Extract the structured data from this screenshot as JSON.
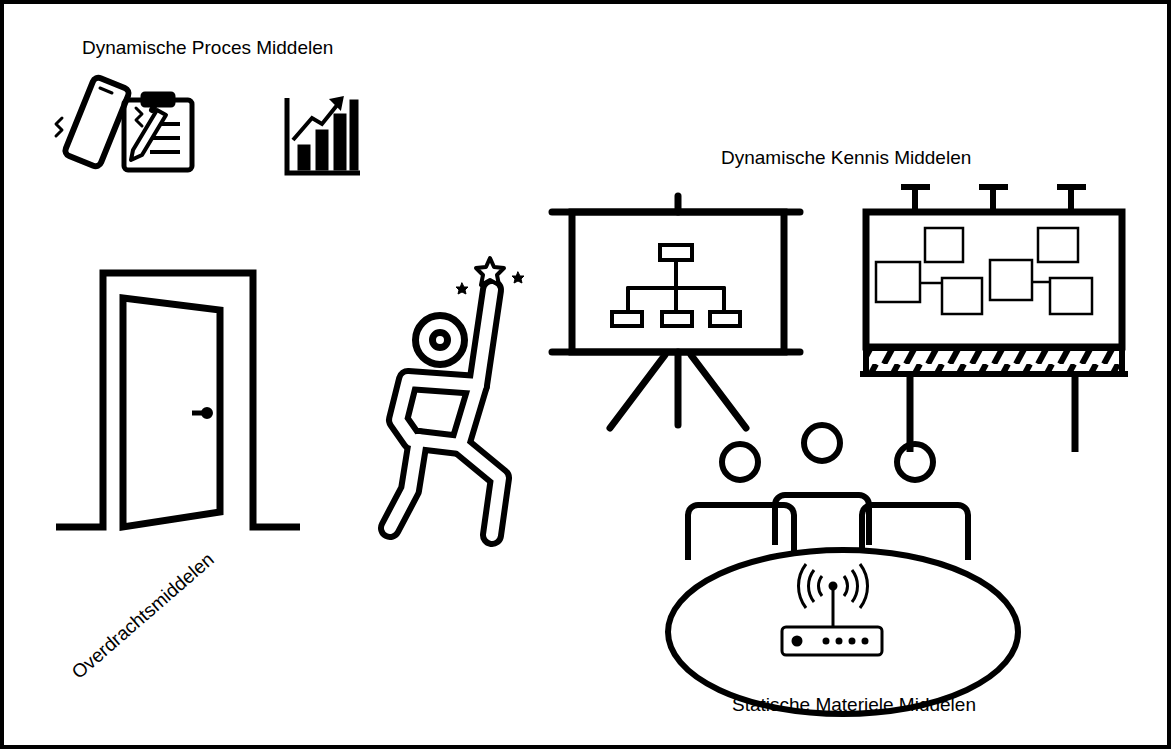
{
  "diagram": {
    "labels": [
      "Dynamische Proces Middelen",
      "Dynamische Kennis Middelen",
      "Overdrachtsmiddelen",
      "Statische Materiele Middelen"
    ]
  }
}
